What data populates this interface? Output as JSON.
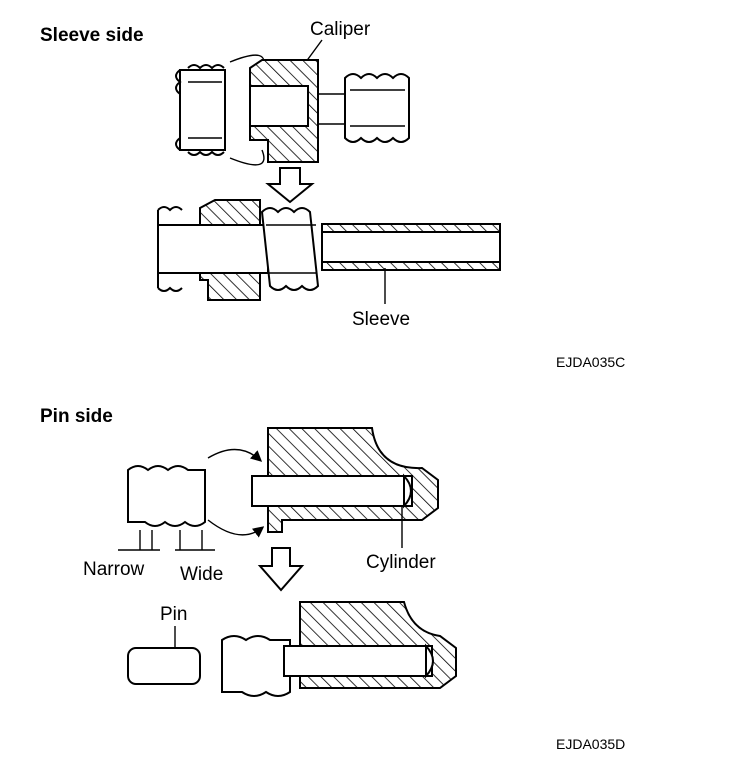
{
  "sleeve_section": {
    "heading": "Sleeve side",
    "label_caliper": "Caliper",
    "label_sleeve": "Sleeve",
    "figure_code": "EJDA035C"
  },
  "pin_section": {
    "heading": "Pin side",
    "label_narrow": "Narrow",
    "label_wide": "Wide",
    "label_cylinder": "Cylinder",
    "label_pin": "Pin",
    "figure_code": "EJDA035D"
  }
}
